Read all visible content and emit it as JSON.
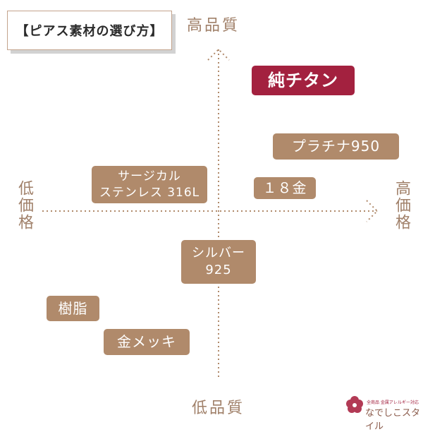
{
  "title": "【ピアス素材の選び方】",
  "axes": {
    "top": "高品質",
    "bottom": "低品質",
    "left": "低価格",
    "right": "高価格"
  },
  "items": [
    {
      "label": "純チタン",
      "color": "#a3213f"
    },
    {
      "label": "プラチナ950",
      "color": "#b08a6b"
    },
    {
      "label": "１８金",
      "color": "#b08a6b"
    },
    {
      "label_line1": "サージカル",
      "label_line2": "ステンレス 316L",
      "color": "#b08a6b"
    },
    {
      "label_line1": "シルバー",
      "label_line2": "925",
      "color": "#b08a6b"
    },
    {
      "label": "樹脂",
      "color": "#b08a6b"
    },
    {
      "label": "金メッキ",
      "color": "#b08a6b"
    }
  ],
  "logo": {
    "tagline": "全商品 金属アレルギー対応",
    "name": "なでしこスタイル",
    "icon": "flower-icon"
  }
}
